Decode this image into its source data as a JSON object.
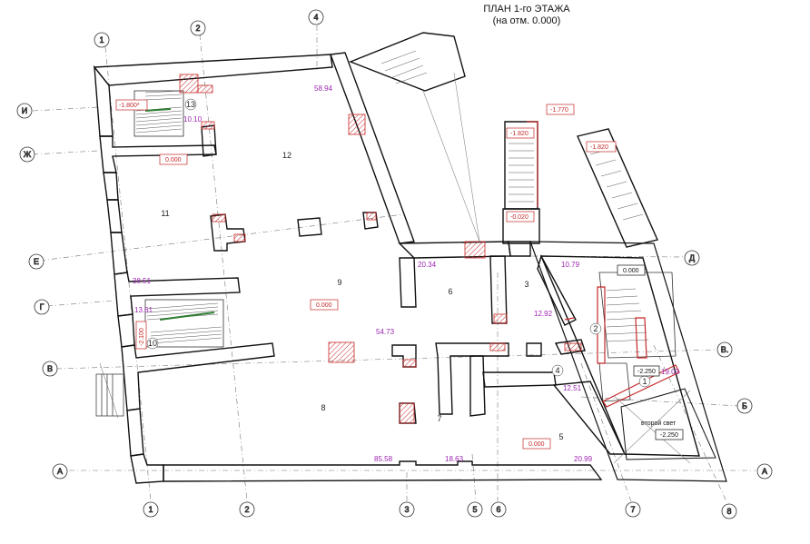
{
  "title": {
    "line1": "ПЛАН 1-го ЭТАЖА",
    "line2": "(на отм. 0.000)"
  },
  "axes": {
    "vertical": [
      {
        "label": "1"
      },
      {
        "label": "2"
      },
      {
        "label": "3"
      },
      {
        "label": "4"
      },
      {
        "label": "5"
      },
      {
        "label": "6"
      },
      {
        "label": "7"
      },
      {
        "label": "8"
      }
    ],
    "horizontal": [
      {
        "label": "И"
      },
      {
        "label": "Ж"
      },
      {
        "label": "Е"
      },
      {
        "label": "Г"
      },
      {
        "label": "В"
      },
      {
        "label": "Д"
      },
      {
        "label": "В."
      },
      {
        "label": "Б"
      },
      {
        "label": "А"
      }
    ]
  },
  "rooms": [
    "13",
    "12",
    "11",
    "9",
    "10",
    "8",
    "6",
    "3",
    "2",
    "4",
    "1",
    "7",
    "5"
  ],
  "areas": [
    "58.94",
    "10.10",
    "38.51",
    "13.61",
    "20.34",
    "10.79",
    "12.92",
    "54.73",
    "19.03",
    "12.51",
    "85.58",
    "18.63",
    "20.99"
  ],
  "levels": {
    "red": [
      "-1.800*",
      "0.000",
      "0.000",
      "-2.100",
      "-1.820",
      "-1.770",
      "-1.820",
      "-0.020",
      "0.000"
    ],
    "black": [
      "0.000",
      "-2.250",
      "-2.250"
    ]
  },
  "notes": {
    "second_light": "второй свет"
  },
  "colors": {
    "wall": "#111111",
    "axis": "#555555",
    "accent_red": "#c62828",
    "area_purple": "#9c27b0",
    "stair_green": "#2e7d32"
  }
}
